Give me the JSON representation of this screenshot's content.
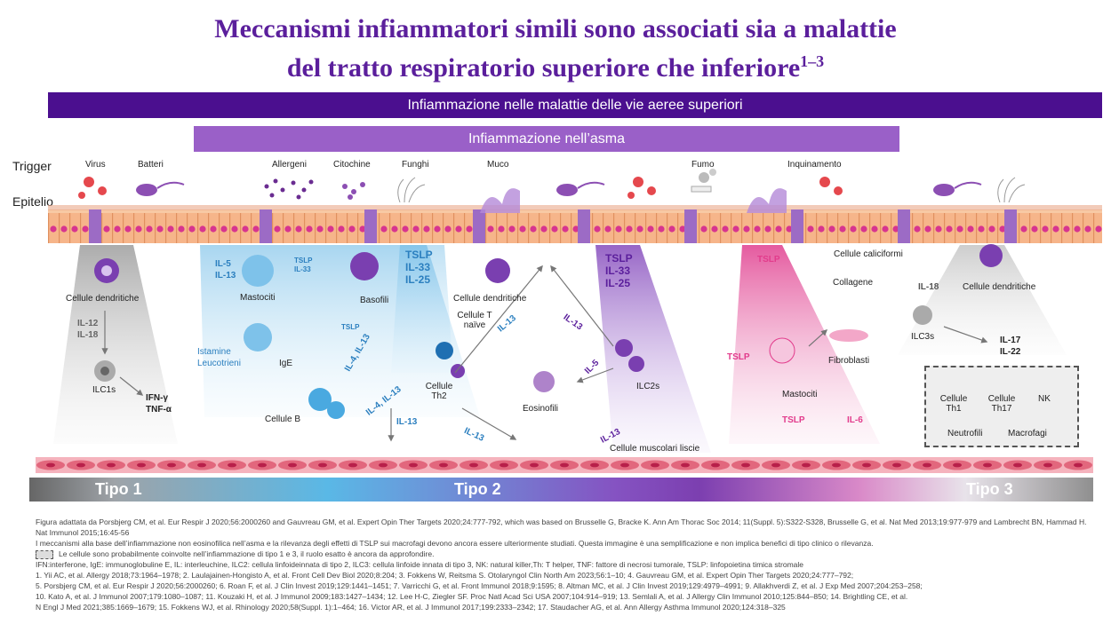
{
  "title": {
    "line1": "Meccanismi infiammatori simili sono associati sia a malattie",
    "line2": "del tratto respiratorio superiore che inferiore",
    "superscript": "1–3"
  },
  "bands": {
    "upper": "Infiammazione nelle malattie delle vie aeree superiori",
    "asthma": "Infiammazione nell’asma"
  },
  "row_labels": {
    "trigger": "Trigger",
    "epithelium": "Epitelio"
  },
  "triggers": [
    "Virus",
    "Batteri",
    "Allergeni",
    "Citochine",
    "Funghi",
    "Muco",
    "Fumo",
    "Inquinamento"
  ],
  "cells": {
    "dendritic_left": "Cellule dendritiche",
    "dendritic_mid": "Cellule dendritiche",
    "dendritic_right": "Cellule dendritiche",
    "ilc1s": "ILC1s",
    "mastocytes_left": "Mastociti",
    "basophils": "Basofili",
    "ige": "IgE",
    "b_cells": "Cellule B",
    "t_naive": "Cellule T naïve",
    "th2": "Cellule Th2",
    "eosinophils": "Eosinofili",
    "ilc2s": "ILC2s",
    "smooth_muscle": "Cellule muscolari liscie",
    "goblet": "Cellule caliciformi",
    "collagen": "Collagene",
    "fibroblasts": "Fibroblasti",
    "mastocytes_right": "Mastociti",
    "ilc3s": "ILC3s"
  },
  "mediators": {
    "il12_il18": "IL-12\nIL-18",
    "ifn_tnf": "IFN-γ\nTNF-α",
    "il5_il13": "IL-5\nIL-13",
    "tslp_il33_small": "TSLP\nIL-33",
    "tslp_small": "TSLP",
    "istamine": "Istamine\nLeucotrieni",
    "tslp_il33_il25_left": "TSLP\nIL-33\nIL-25",
    "tslp_il33_il25_right": "TSLP\nIL-33\nIL-25",
    "il4_il13_a": "IL-4, IL-13",
    "il4_il13_b": "IL-4, IL-13",
    "il13_a": "IL-13",
    "il13_b": "IL-13",
    "il13_c": "IL-13",
    "il13_d": "IL-13",
    "il13_e": "IL-13",
    "il5": "IL-5",
    "tslp_pink_a": "TSLP",
    "tslp_pink_b": "TSLP",
    "tslp_pink_c": "TSLP",
    "il6": "IL-6",
    "il18_right": "IL-18",
    "il17_il22": "IL-17\nIL-22"
  },
  "legend": {
    "th1": "Cellule Th1",
    "th17": "Cellule Th17",
    "nk": "NK",
    "neutrofili": "Neutrofili",
    "macrofagi": "Macrofagi"
  },
  "types": {
    "t1": "Tipo 1",
    "t2": "Tipo 2",
    "t3": "Tipo 3"
  },
  "footer": {
    "source": "Figura adattata da Porsbjerg CM, et al. Eur Respir J 2020;56:2000260 and Gauvreau GM, et al. Expert Opin Ther Targets 2020;24:777-792, which was based on Brusselle G, Bracke K. Ann Am Thorac Soc 2014; 11(Suppl. 5):S322-S328, Brusselle G, et al. Nat Med 2013;19:977-979 and Lambrecht BN, Hammad H. Nat Immunol 2015;16:45-56",
    "note": "I meccanismi alla base dell’infiammazione non eosinofilica nell’asma e la rilevanza degli effetti di TSLP sui macrofagi devono ancora essere ulteriormente studiati. Questa immagine è una semplificazione e non implica benefici di tipo clinico o rilevanza.",
    "legend_note": "Le cellule sono probabilmente coinvolte nell’infiammazione di tipo 1 e 3, il ruolo esatto è ancora da approfondire.",
    "abbreviations": "IFN:interferone, IgE: immunoglobuline E, IL: interleuchine, ILC2: cellula linfoideinnata di tipo 2, ILC3: cellula linfoide innata di tipo 3, NK: natural killer,Th: T helper, TNF: fattore di necrosi tumorale, TSLP: linfopoietina timica stromale",
    "refs1": "1. Yii AC, et al. Allergy 2018;73:1964–1978; 2. Laulajainen-Hongisto A, et al. Front Cell Dev Biol 2020;8:204; 3. Fokkens W, Reitsma S. Otolaryngol Clin North Am 2023;56:1–10; 4. Gauvreau GM, et al. Expert Opin Ther Targets 2020;24:777–792;",
    "refs2": "5. Porsbjerg CM, et al. Eur Respir J 2020;56:2000260; 6. Roan F, et al. J Clin Invest 2019;129:1441–1451; 7. Varricchi G, et al. Front Immunol 2018;9:1595; 8. Altman MC, et al. J Clin Invest 2019;129:4979–4991; 9. Allakhverdi Z, et al. J Exp Med 2007;204:253–258;",
    "refs3": "10. Kato A, et al. J Immunol 2007;179:1080–1087; 11. Kouzaki H, et al. J Immunol 2009;183:1427–1434; 12. Lee H-C, Ziegler SF. Proc Natl Acad Sci USA 2007;104:914–919; 13. Semlali A, et al. J Allergy Clin Immunol 2010;125:844–850; 14. Brightling CE, et al.",
    "refs4": "N Engl J Med 2021;385:1669–1679; 15. Fokkens WJ, et al. Rhinology 2020;58(Suppl. 1):1–464; 16. Victor AR, et al. J Immunol 2017;199:2333–2342; 17. Staudacher AG, et al. Ann Allergy Asthma Immunol 2020;124:318–325"
  }
}
